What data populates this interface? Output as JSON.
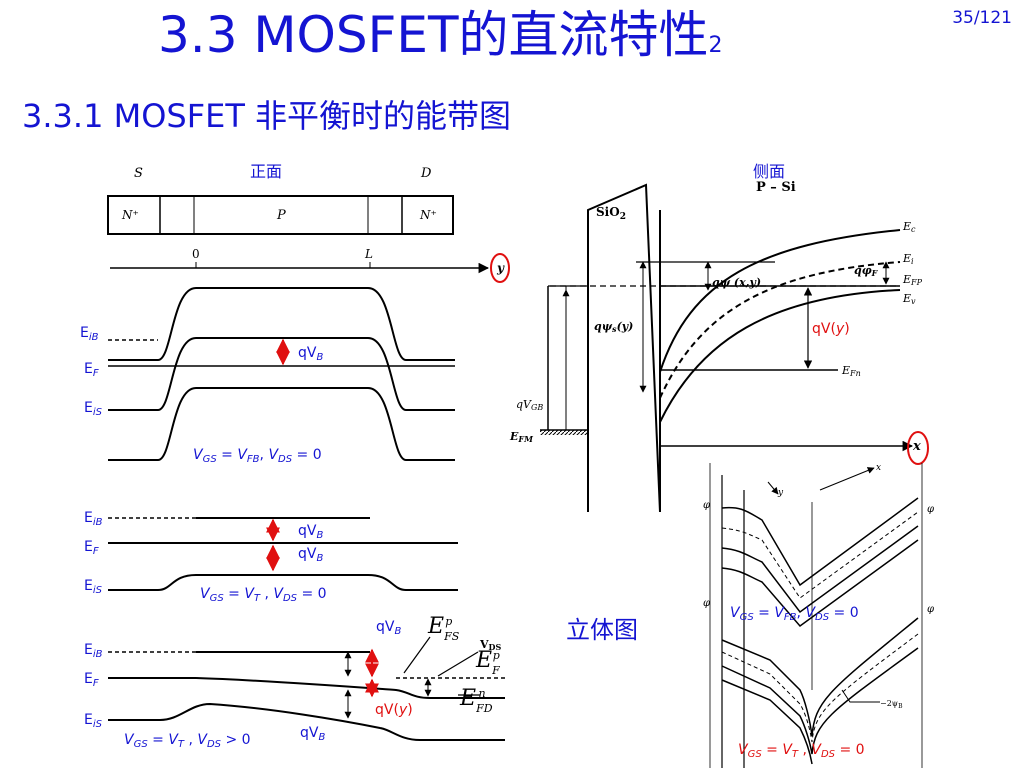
{
  "slide": {
    "title_main": "3.3  MOSFET的直流特性",
    "title_sub": "2",
    "page_number": "35/121",
    "subtitle": "3.3.1  MOSFET 非平衡时的能带图"
  },
  "captions": {
    "front_view": "正面",
    "side_view": "侧面",
    "three_d": "立体图"
  },
  "front_device": {
    "source": "S",
    "drain": "D",
    "n_left": "N⁺",
    "p_region": "P",
    "n_right": "N⁺",
    "axis_zero": "0",
    "axis_L": "L",
    "axis_y": "y"
  },
  "band_labels": {
    "EiB": "E_iB",
    "EF": "E_F",
    "EiS": "E_iS",
    "qVB": "qV_B",
    "qVy": "qV(y)",
    "EFS": "E_FS^p",
    "EFP": "E_F^p",
    "EFD": "E_FD^n",
    "VDS": "V_DS"
  },
  "conditions": {
    "c1": "V_GS = V_FB, V_DS = 0",
    "c2": "V_GS = V_T , V_DS = 0",
    "c3": "V_GS = V_T , V_DS > 0",
    "c4": "V_GS = V_FB, V_DS = 0",
    "c5": "V_GS = V_T , V_DS = 0"
  },
  "side_view": {
    "material": "P – Si",
    "oxide": "SiO₂",
    "Ec": "E_c",
    "Ei": "E_i",
    "EFP": "E_FP",
    "Ev": "E_v",
    "qphiF": "qφ_F",
    "qpsi_xy": "qψ(x,y)",
    "qpsi_s": "qψ_s(y)",
    "qVGB": "qV_GB",
    "EFM": "E_FM",
    "EFn": "E_Fn",
    "qVy": "qV(y)",
    "axis_x": "x"
  },
  "three_d_plot": {
    "axis_x": "x",
    "axis_y": "y",
    "phi": "φ",
    "psi_label": "−2ψ_B"
  },
  "colors": {
    "title_blue": "#1414d2",
    "accent_red": "#e01010",
    "ink": "#000000"
  }
}
